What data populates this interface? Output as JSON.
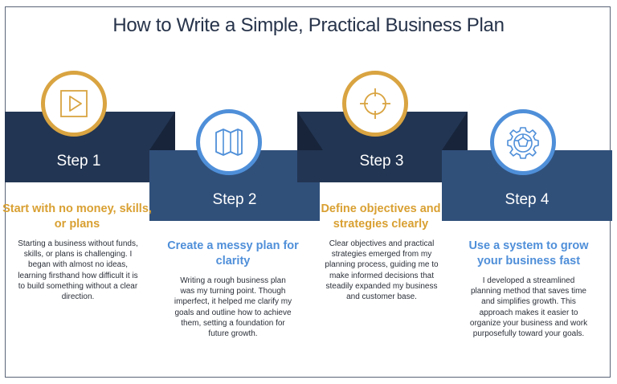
{
  "title": "How to Write a Simple, Practical Business Plan",
  "colors": {
    "dark_band": "#223552",
    "mid_band": "#30507a",
    "gold": "#d9a441",
    "blue": "#4f8fd9"
  },
  "steps": [
    {
      "label": "Step 1",
      "icon": "play-button-icon",
      "heading": "Start with no money, skills, or plans",
      "text": "Starting a business without funds, skills, or plans is challenging. I began with almost no ideas, learning firsthand how difficult it is to build something without a clear direction."
    },
    {
      "label": "Step 2",
      "icon": "folded-map-icon",
      "heading": "Create a messy plan for clarity",
      "text": "Writing a rough business plan was my turning point. Though imperfect, it helped me clarify my goals and outline how to achieve them, setting a foundation for future growth."
    },
    {
      "label": "Step 3",
      "icon": "crosshair-target-icon",
      "heading": "Define objectives and strategies clearly",
      "text": "Clear objectives and practical strategies emerged from my planning process, guiding me to make informed decisions that steadily expanded my business and customer base."
    },
    {
      "label": "Step 4",
      "icon": "gear-icon",
      "heading": "Use a system to grow your business fast",
      "text": "I developed a streamlined planning method that saves time and simplifies growth. This approach makes it easier to organize your business and work purposefully toward your goals."
    }
  ]
}
